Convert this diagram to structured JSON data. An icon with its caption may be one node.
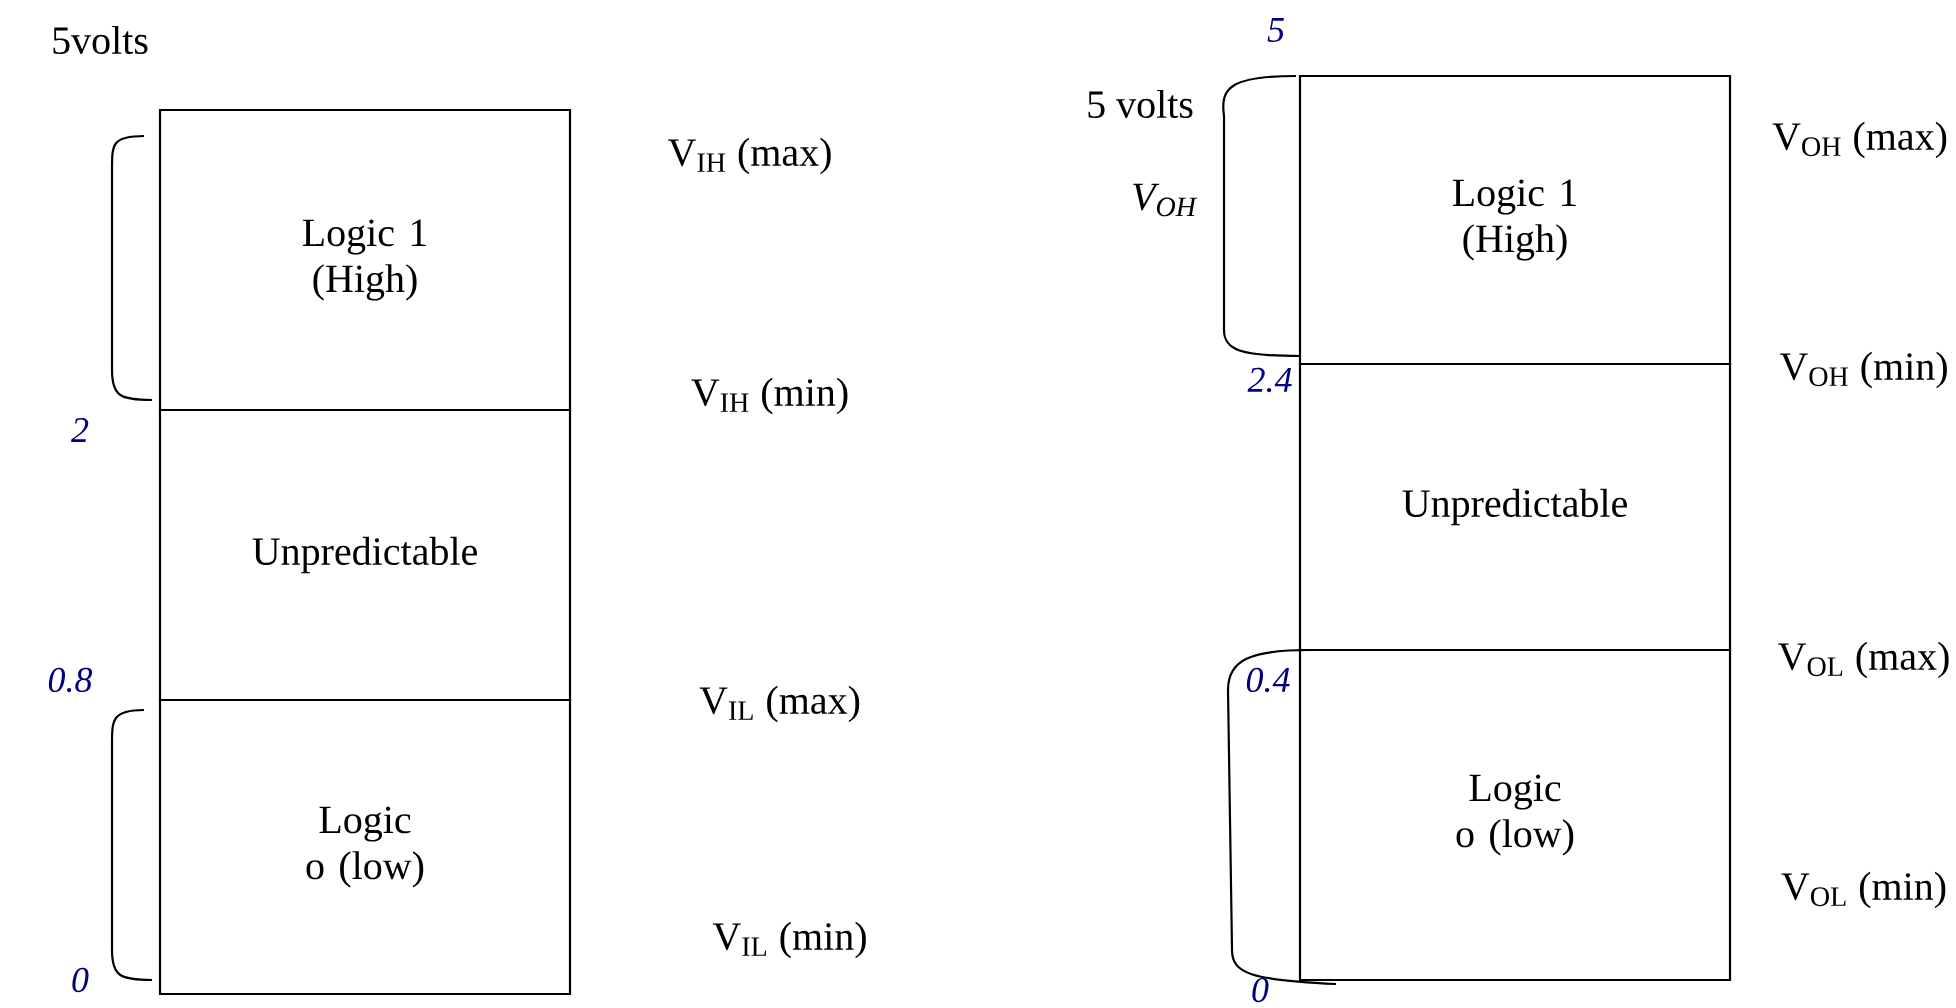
{
  "diagram": {
    "nodes": [
      {
        "text": [
          "Logic 1 (High)"
        ]
      },
      {
        "text": [
          "Unpredictable"
        ]
      },
      {
        "text": [
          "Logic o (low)"
        ]
      },
      {
        "text": [
          "Logic 1 (High)"
        ]
      },
      {
        "text": [
          "Unpredictable"
        ]
      },
      {
        "text": [
          "Logic o (low)"
        ]
      }
    ],
    "labels": [
      "5volts",
      "V$_{IH}$ (max)",
      "2",
      "V$_{IH}$ (min)",
      "0.8",
      "V$_{IL}$ (max)",
      "0",
      "V$_{IL}$ (min)",
      "5",
      "5 volts",
      "V$_{OH}$",
      "V$_{OH}$ (max)",
      "2.4",
      "V$_{OH}$ (min)",
      "0.4",
      "V$_{OL}$ (max)",
      "V$_{OL}$ (min)",
      "0"
    ]
  }
}
